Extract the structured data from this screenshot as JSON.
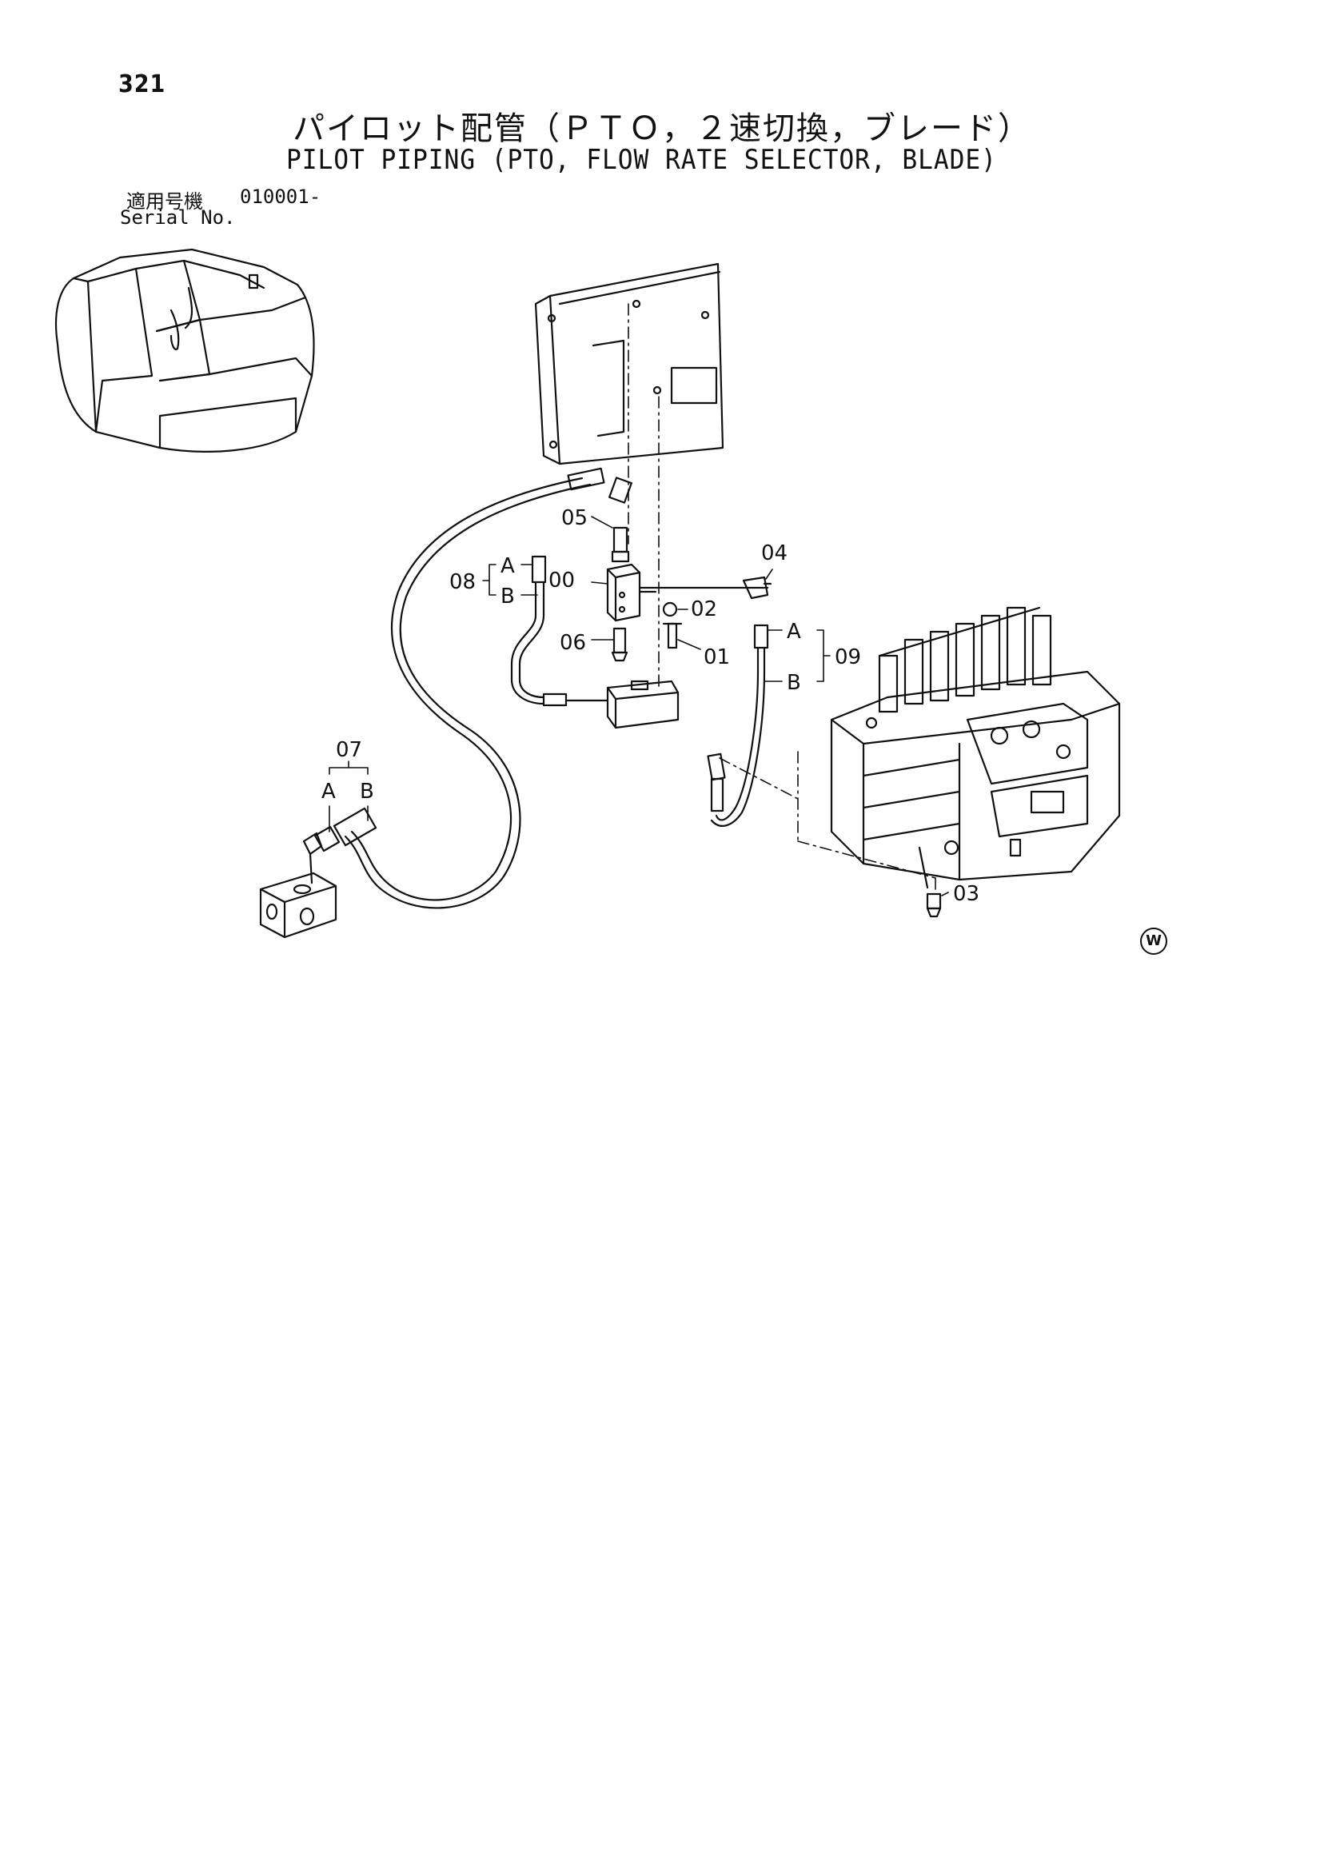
{
  "header": {
    "page_number": "321",
    "title_jp": "パイロット配管（ＰＴＯ，２速切換，ブレード）",
    "title_en": "PILOT PIPING (PTO, FLOW RATE SELECTOR, BLADE)",
    "serial_label_jp": "適用号機",
    "serial_value": "010001-",
    "serial_label_en": "Serial No."
  },
  "callouts": {
    "c00": "00",
    "c01": "01",
    "c02": "02",
    "c03": "03",
    "c04": "04",
    "c05": "05",
    "c06": "06",
    "c07": "07",
    "c07a": "A",
    "c07b": "B",
    "c08": "08",
    "c08a": "A",
    "c08b": "B",
    "c09": "09",
    "c09a": "A",
    "c09b": "B"
  },
  "footer": {
    "mark": "W"
  }
}
